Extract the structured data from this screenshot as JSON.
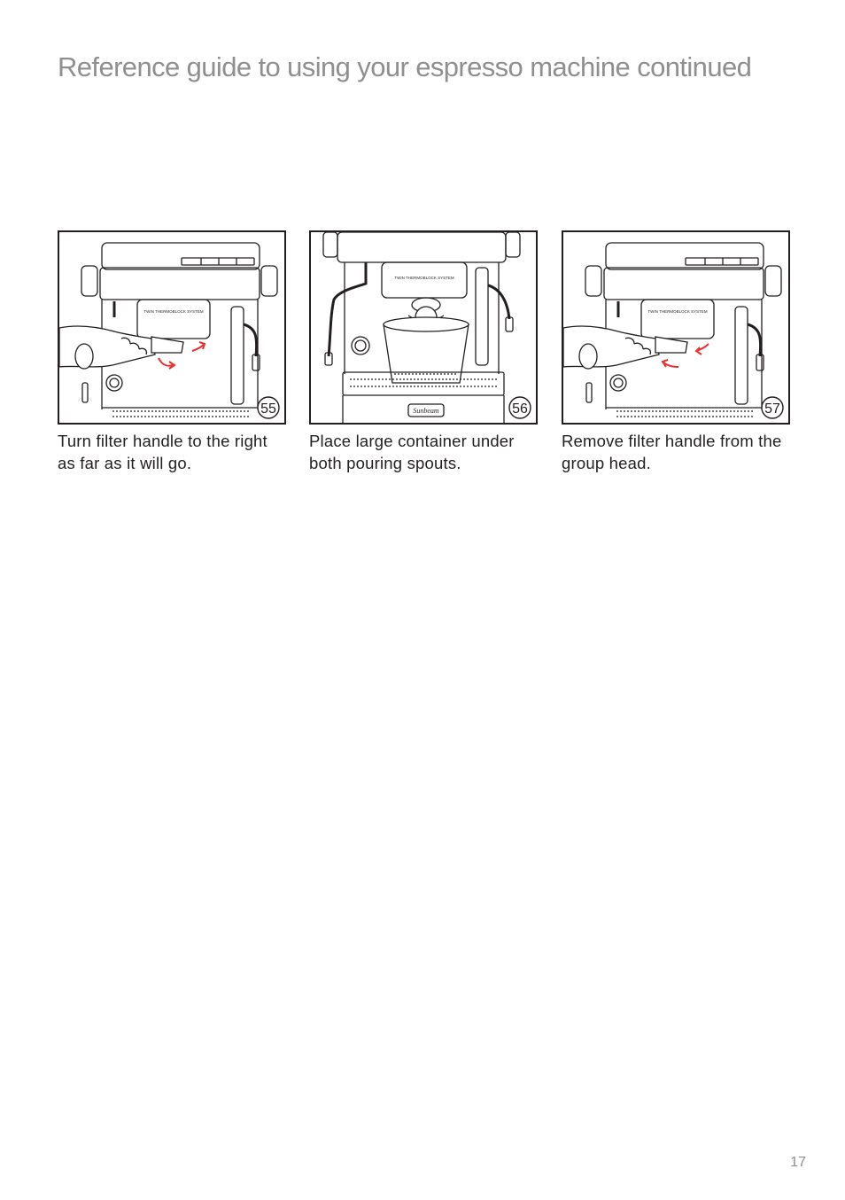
{
  "page": {
    "title": "Reference guide to using your espresso machine continued",
    "page_number": "17"
  },
  "figures": [
    {
      "number": "55",
      "caption": "Turn filter handle to the right as far as it will go.",
      "panel_text": "TWIN THERMOBLOCK SYSTEM",
      "icon": "filter-handle-turn-right-illustration"
    },
    {
      "number": "56",
      "caption": "Place large container under both pouring spouts.",
      "panel_text": "TWIN THERMOBLOCK SYSTEM",
      "brand_badge": "Sunbeam",
      "icon": "container-under-spouts-illustration"
    },
    {
      "number": "57",
      "caption": "Remove filter handle from the group head.",
      "panel_text": "TWIN THERMOBLOCK SYSTEM",
      "icon": "filter-handle-remove-illustration"
    }
  ],
  "colors": {
    "title": "#8f8f8f",
    "text": "#231f20",
    "arrow": "#e8322f"
  }
}
